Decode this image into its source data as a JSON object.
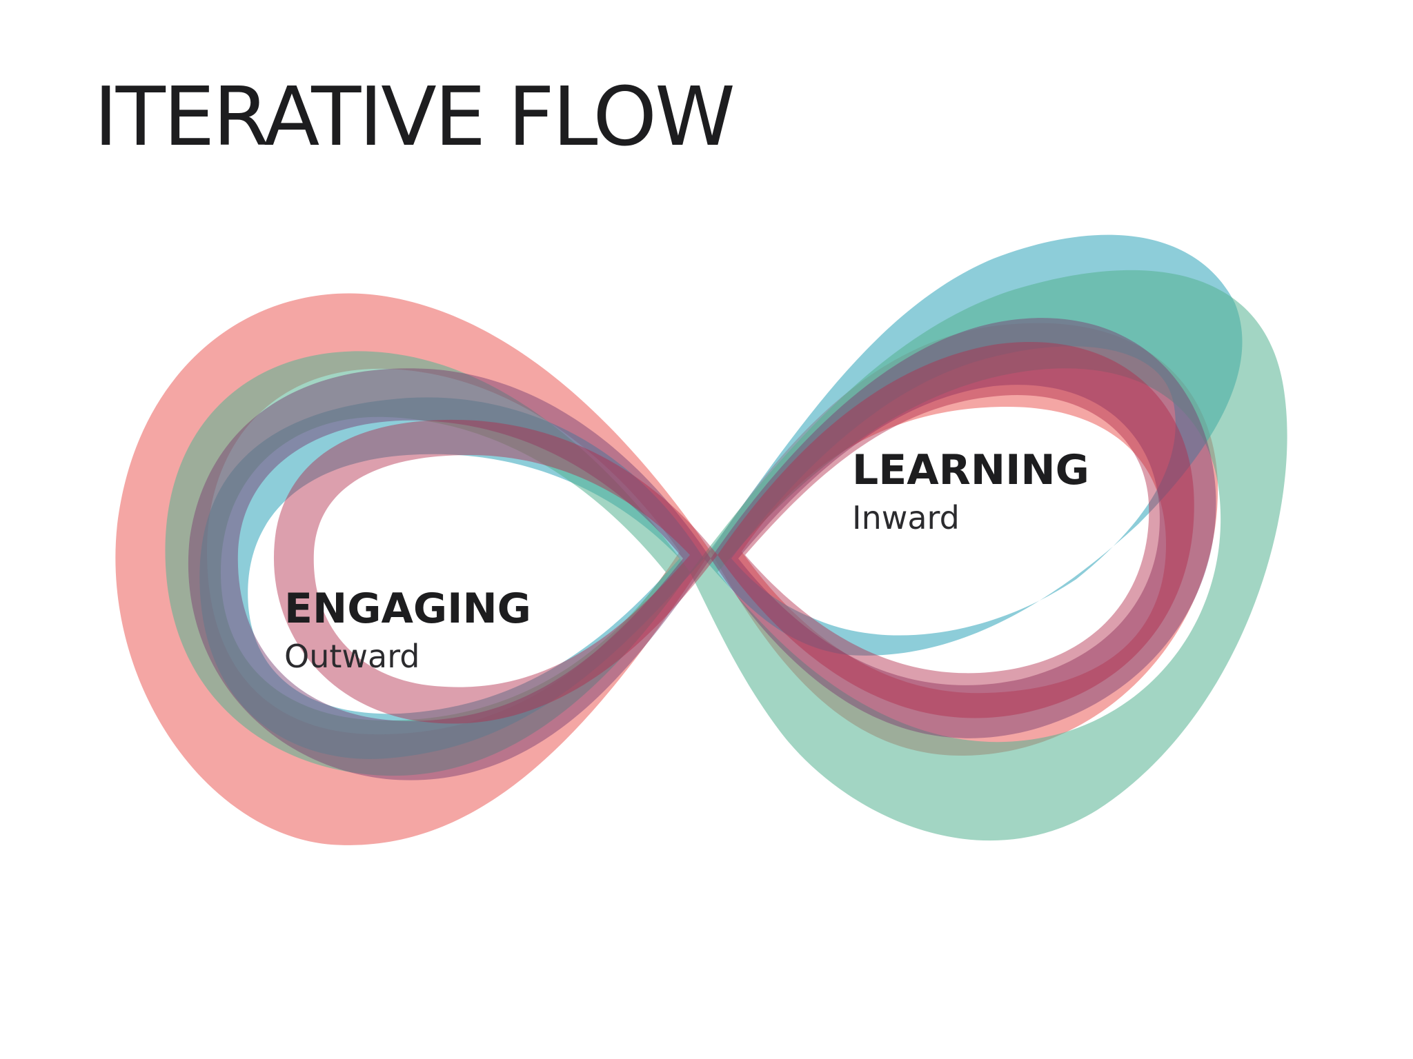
{
  "title": "ITERATIVE FLOW",
  "loops": {
    "left": {
      "heading": "ENGAGING",
      "sub": "Outward"
    },
    "right": {
      "heading": "LEARNING",
      "sub": "Inward"
    }
  },
  "colors": {
    "background": "#ffffff",
    "text": "#1d1d1f",
    "ribbon_coral": "#ee6f6c",
    "ribbon_teal": "#3aa8bd",
    "ribbon_green": "#55b391",
    "ribbon_plum": "#7a3f70",
    "ribbon_crimson": "#b22a4a"
  }
}
